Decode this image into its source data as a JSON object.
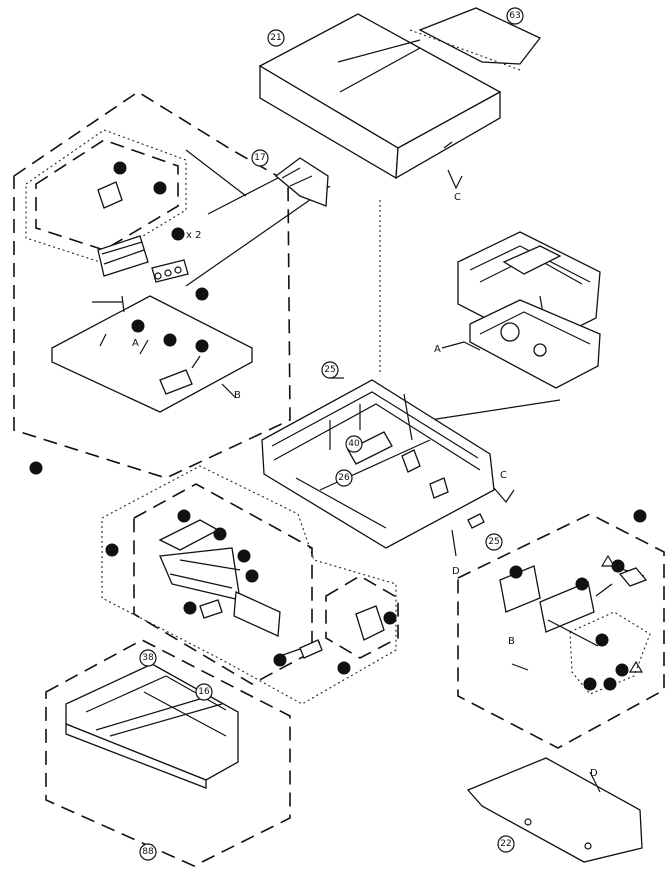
{
  "callouts": {
    "c21": "21",
    "c63": "63",
    "c17": "17",
    "c25a": "25",
    "c40": "40",
    "c26": "26",
    "c25b": "25",
    "c38": "38",
    "c16": "16",
    "c88": "88",
    "c22": "22"
  },
  "letters": {
    "c_top": "C",
    "a_mech": "A",
    "a_pcb": "A",
    "b_pcb": "B",
    "c_chassis": "C",
    "d_chassis": "D",
    "b_right": "B",
    "d_bottom": "D",
    "x2": "x 2"
  }
}
